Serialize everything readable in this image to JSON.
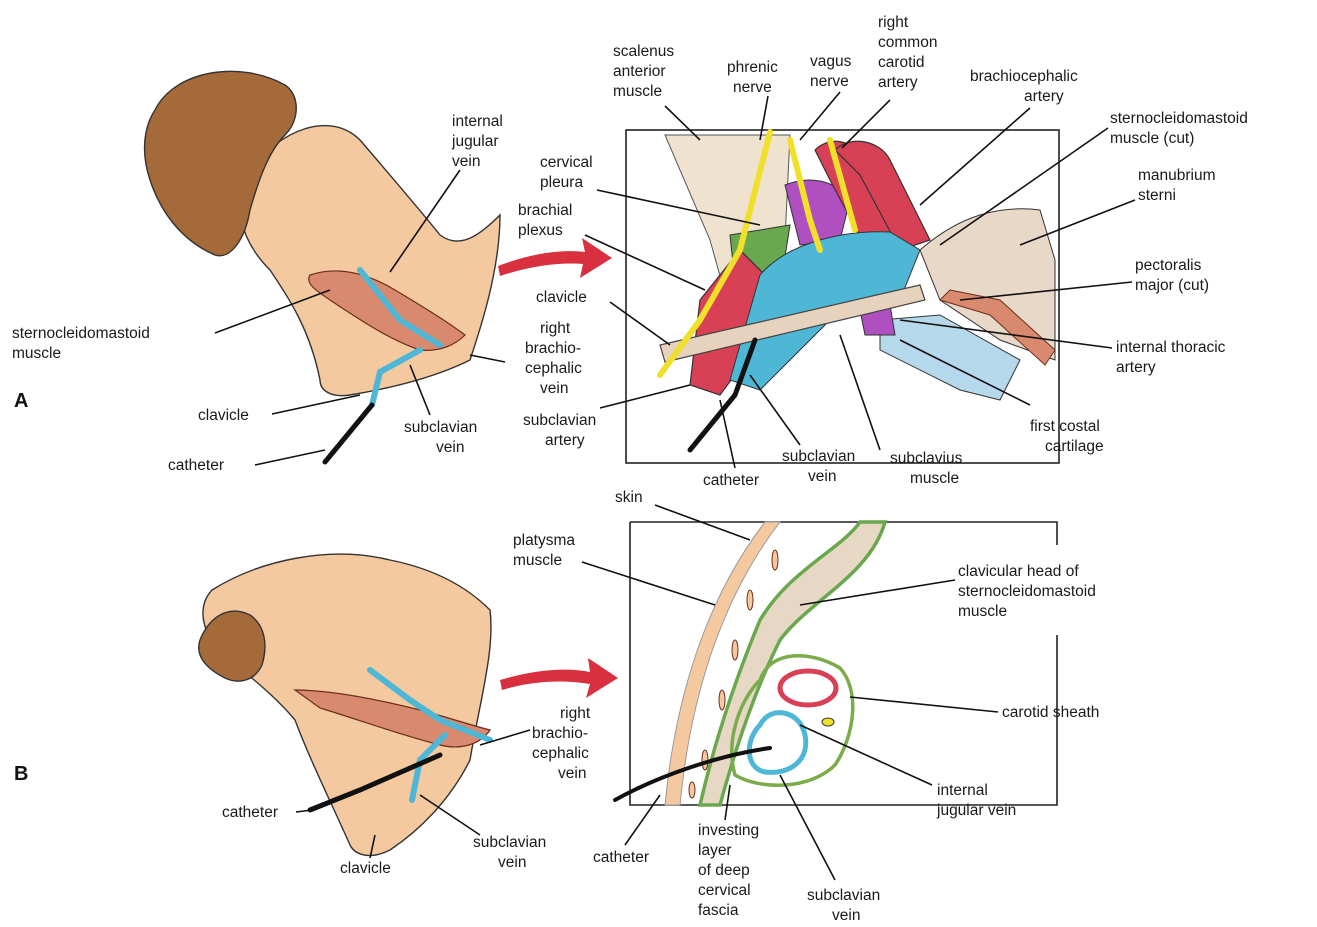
{
  "panel_a": {
    "letter": "A",
    "left": {
      "internal_jugular_vein": [
        "internal",
        "jugular",
        "vein"
      ],
      "sternocleidomastoid_muscle": [
        "sternocleidomastoid",
        "muscle"
      ],
      "clavicle": "clavicle",
      "subclavian_vein": [
        "subclavian",
        "vein"
      ],
      "catheter": "catheter"
    },
    "right": {
      "scalenus_anterior_muscle": [
        "scalenus",
        "anterior",
        "muscle"
      ],
      "phrenic_nerve": [
        "phrenic",
        "nerve"
      ],
      "vagus_nerve": [
        "vagus",
        "nerve"
      ],
      "right_common_carotid_artery": [
        "right",
        "common",
        "carotid",
        "artery"
      ],
      "brachiocephalic_artery": [
        "brachiocephalic",
        "artery"
      ],
      "sternocleidomastoid_cut": [
        "sternocleidomastoid",
        "muscle (cut)"
      ],
      "manubrium_sterni": [
        "manubrium",
        "sterni"
      ],
      "cervical_pleura": [
        "cervical",
        "pleura"
      ],
      "brachial_plexus": [
        "brachial",
        "plexus"
      ],
      "clavicle": "clavicle",
      "right_brachiocephalic_vein": [
        "right",
        "brachio-",
        "cephalic",
        "vein"
      ],
      "pectoralis_major_cut": [
        "pectoralis",
        "major (cut)"
      ],
      "internal_thoracic_artery": [
        "internal thoracic",
        "artery"
      ],
      "subclavian_artery": [
        "subclavian",
        "artery"
      ],
      "first_costal_cartilage": [
        "first costal",
        "cartilage"
      ],
      "catheter": "catheter",
      "subclavian_vein": [
        "subclavian",
        "vein"
      ],
      "subclavius_muscle": [
        "subclavius",
        "muscle"
      ]
    }
  },
  "panel_b": {
    "letter": "B",
    "left": {
      "right_brachiocephalic_vein": [
        "right",
        "brachio-",
        "cephalic",
        "vein"
      ],
      "catheter": "catheter",
      "clavicle": "clavicle",
      "subclavian_vein": [
        "subclavian",
        "vein"
      ]
    },
    "right": {
      "skin": "skin",
      "platysma_muscle": [
        "platysma",
        "muscle"
      ],
      "clavicular_head": [
        "clavicular head of",
        "sternocleidomastoid",
        "muscle"
      ],
      "carotid_sheath": "carotid sheath",
      "internal_jugular_vein": [
        "internal",
        "jugular vein"
      ],
      "catheter": "catheter",
      "investing_layer": [
        "investing",
        "layer",
        "of deep",
        "cervical",
        "fascia"
      ],
      "subclavian_vein": [
        "subclavian",
        "vein"
      ]
    }
  },
  "colors": {
    "skin": "#f4c9a0",
    "hair": "#a56a3a",
    "muscle": "#d98a6e",
    "vein": "#4fb7d6",
    "artery": "#d84155",
    "nerve": "#f1e02a",
    "scalene": "#efe2cf",
    "pleura_green": "#6aa84f",
    "fascia_green": "#7bab4a",
    "purple": "#b04fc0",
    "arrow": "#d8303f"
  }
}
